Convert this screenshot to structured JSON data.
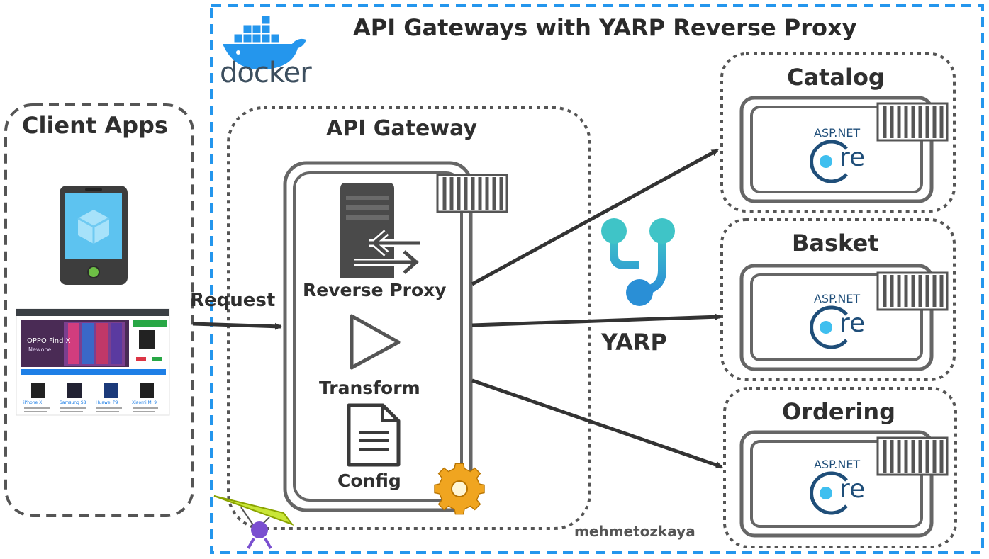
{
  "diagram": {
    "title": "API Gateways with YARP Reverse Proxy",
    "author": "mehmetozkaya",
    "client_apps": {
      "title": "Client Apps",
      "shop_screen": {
        "phone_cards": [
          "iPhone X",
          "Samsung S8",
          "Huawei P9",
          "Xiaomi Mi 9"
        ],
        "banner_title": "OPPO Find X",
        "banner_subtitle": "Newone"
      }
    },
    "request_label": "Request",
    "gateway": {
      "title": "API Gateway",
      "components": [
        "Reverse Proxy",
        "Transform",
        "Config"
      ]
    },
    "yarp_label": "YARP",
    "services": [
      {
        "name": "Catalog",
        "tech_top": "ASP.NET",
        "tech_bottom": "re"
      },
      {
        "name": "Basket",
        "tech_top": "ASP.NET",
        "tech_bottom": "re"
      },
      {
        "name": "Ordering",
        "tech_top": "ASP.NET",
        "tech_bottom": "re"
      }
    ],
    "docker_label": "docker",
    "colors": {
      "docker_blue": "#2496ed",
      "dash_gray": "#555555",
      "arrow": "#333333",
      "core_navy": "#1f4e79",
      "core_dot": "#3fbfef",
      "yarp_teal": "#3fc4c7",
      "yarp_blue": "#2a8fd6"
    }
  }
}
